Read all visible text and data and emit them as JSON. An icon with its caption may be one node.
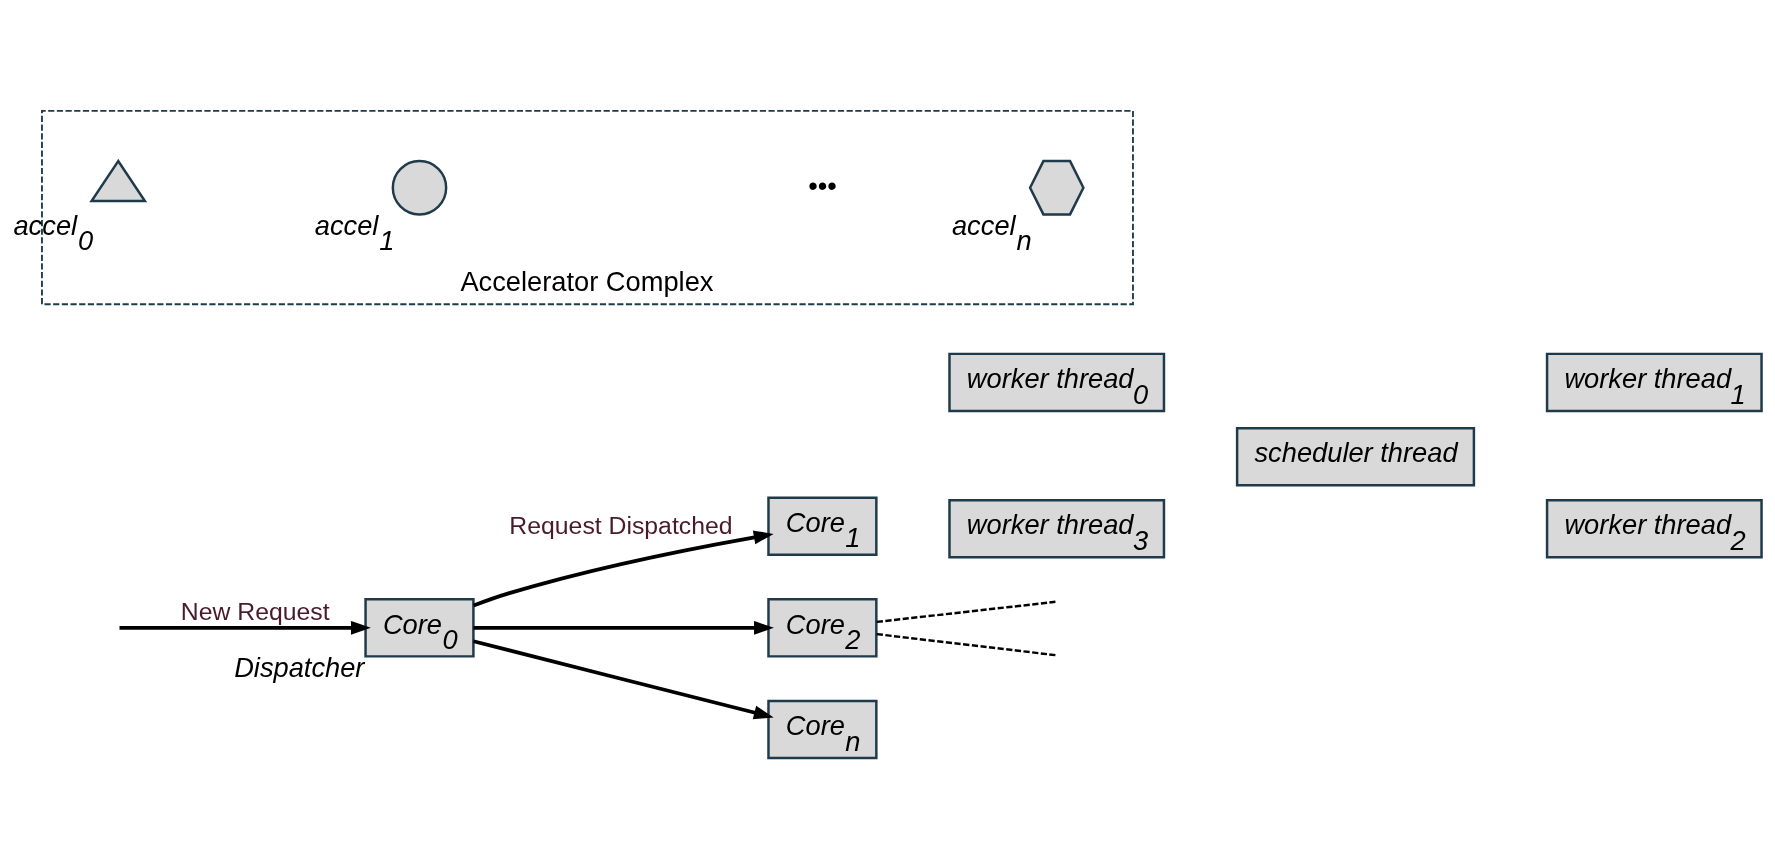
{
  "diagram": {
    "nodes": [
      {
        "text": [
          "Core$_{0}$"
        ],
        "beside": [
          "Dispatcher"
        ]
      },
      {
        "text": [
          "Core$_{1}$"
        ]
      },
      {
        "text": [
          "Core$_{2}$"
        ]
      },
      {
        "text": [
          "Core$_{n}$"
        ]
      },
      {
        "text": [
          "worker thread$_{0}$"
        ]
      },
      {
        "text": [
          "worker thread$_{1}$"
        ]
      },
      {
        "text": [
          "scheduler thread"
        ]
      },
      {
        "text": [
          "worker thread$_{3}$"
        ]
      },
      {
        "text": [
          "worker thread$_{2}$"
        ]
      },
      {
        "text": [
          "Accelerator Complex"
        ]
      },
      {
        "text": [],
        "shape": "triangle",
        "in": 9,
        "beside": [
          "accel$_{0}$"
        ]
      },
      {
        "text": [],
        "shape": "circle",
        "in": 9,
        "beside": [
          "accel$_{1}$"
        ]
      },
      {
        "text": [],
        "shape": "hexagon",
        "in": 9,
        "beside": [
          "accel$_{n}$"
        ]
      }
    ],
    "edges": [
      {
        "from": null,
        "to": 0,
        "arrow": "to",
        "label": "New Request"
      },
      {
        "from": 0,
        "to": 1,
        "arrow": "to",
        "label": "Request Dispatched"
      },
      {
        "from": 0,
        "to": 2,
        "arrow": "to"
      },
      {
        "from": 0,
        "to": 3,
        "arrow": "to"
      },
      {
        "from": 2,
        "to": null,
        "arrow": "none",
        "style": "dashed"
      },
      {
        "from": 2,
        "to": null,
        "arrow": "none",
        "style": "dashed"
      }
    ],
    "labels": [
      "•••"
    ]
  }
}
